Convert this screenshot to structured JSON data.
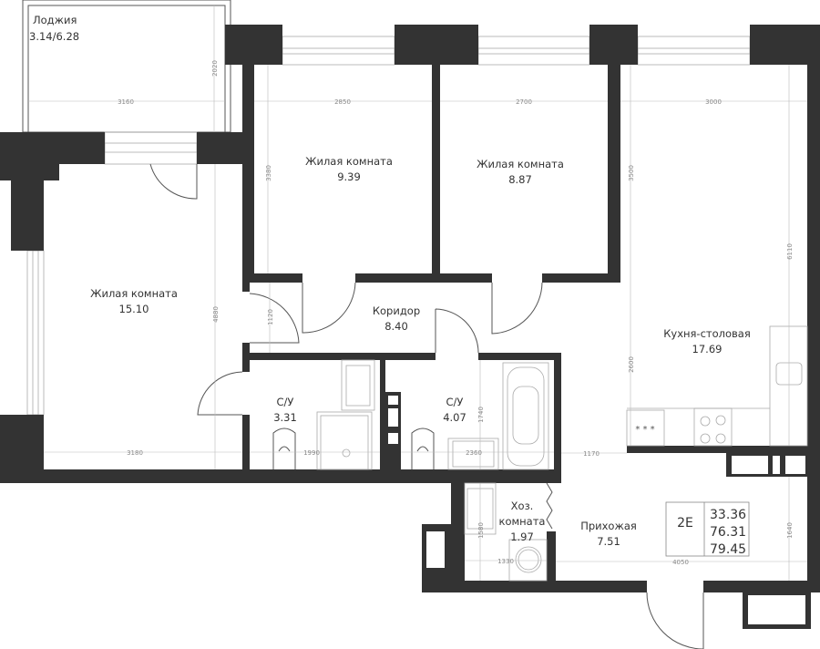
{
  "loggia": {
    "name": "Лоджия",
    "area": "3.14/6.28"
  },
  "rooms": [
    {
      "name": "Жилая комната",
      "area": "9.39"
    },
    {
      "name": "Жилая комната",
      "area": "8.87"
    },
    {
      "name": "Жилая комната",
      "area": "15.10"
    },
    {
      "name": "Коридор",
      "area": "8.40"
    },
    {
      "name": "С/У",
      "area": "3.31"
    },
    {
      "name": "С/У",
      "area": "4.07"
    },
    {
      "name": "Кухня-столовая",
      "area": "17.69"
    },
    {
      "name_line1": "Хоз.",
      "name_line2": "комната",
      "area": "1.97"
    },
    {
      "name": "Прихожая",
      "area": "7.51"
    }
  ],
  "apartment": {
    "type": "2E",
    "living_area": "33.36",
    "total_area": "76.31",
    "total_with_loggia": "79.45"
  },
  "dimensions": {
    "loggia_width": "3160",
    "loggia_depth": "2020",
    "room1_width": "2850",
    "room1_depth": "3380",
    "room2_width": "2700",
    "kitchen_width": "3000",
    "kitchen_depth_a": "3500",
    "kitchen_depth_total": "6110",
    "kitchen_depth_b": "2600",
    "living_depth": "4880",
    "corridor_width": "1120",
    "living_width": "3180",
    "bath1_width": "1990",
    "bath2_width": "2360",
    "bath2_depth": "1740",
    "passage_width": "1170",
    "utility_depth": "1580",
    "utility_width": "1330",
    "hall_width": "4050",
    "hall_depth": "1640"
  },
  "colors": {
    "wall": "#333333",
    "line": "#555555",
    "dimension": "#888888"
  }
}
